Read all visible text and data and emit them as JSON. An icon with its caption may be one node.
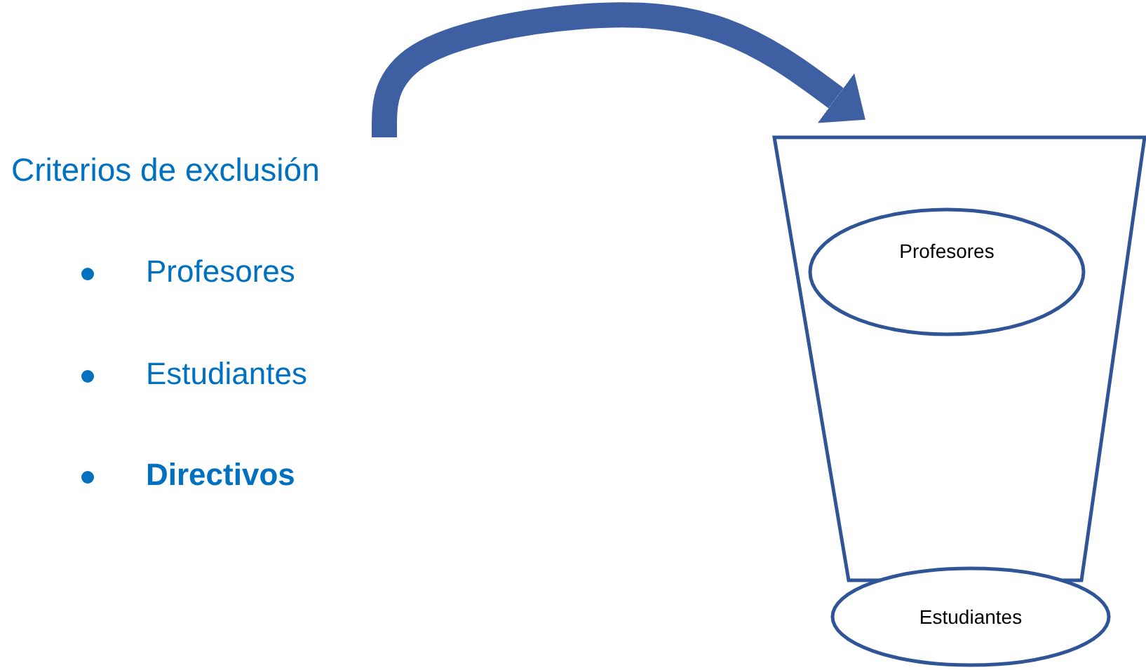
{
  "diagram": {
    "nodes": [
      {
        "text": [
          "Criterios de exclusión"
        ]
      },
      {
        "text": [],
        "shape": "trapezoid"
      },
      {
        "text": [
          "Profesores"
        ],
        "in": 1
      },
      {
        "text": [
          "Estudiantes"
        ]
      }
    ],
    "edges": [
      {
        "from": 0,
        "to": 1,
        "arrow": "to"
      }
    ],
    "labels": [
      "Profesores",
      "Estudiantes",
      "Directivos"
    ]
  }
}
